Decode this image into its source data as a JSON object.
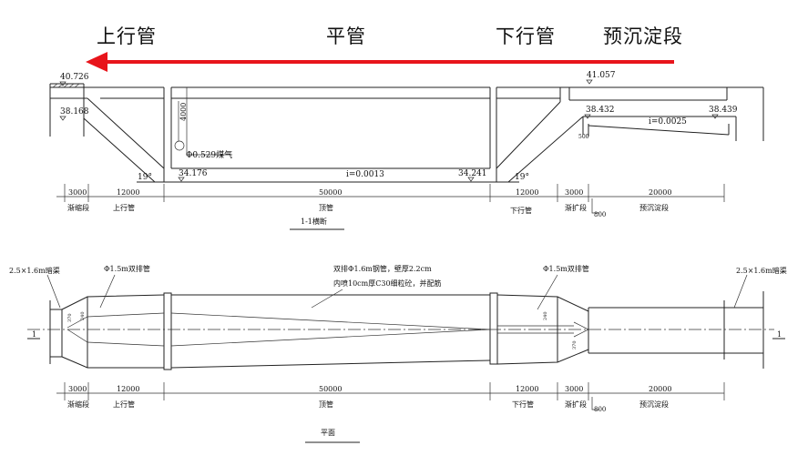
{
  "header": {
    "up_pipe": "上行管",
    "flat_pipe": "平管",
    "down_pipe": "下行管",
    "presettle": "预沉淀段",
    "arrow_color": "#e8141b"
  },
  "section": {
    "elev_left_top": "40.726",
    "elev_left_mid": "38.168",
    "elev_right_top": "41.057",
    "elev_right_a": "38.432",
    "elev_right_b": "38.439",
    "slope_right": "i=0.0025",
    "dim_500": "500",
    "depth_4000": "4000",
    "gas_pipe": "Φ0.529煤气",
    "elev_bottom_left": "34.176",
    "elev_bottom_right": "34.241",
    "slope_bottom": "i=0.0013",
    "angle_left": "19°",
    "angle_right": "19°",
    "caption": "1-1横断"
  },
  "dims": [
    "3000",
    "12000",
    "50000",
    "12000",
    "3000",
    "20000"
  ],
  "dim_800": "800",
  "seg_names": {
    "transition_left": "渐缩段",
    "up": "上行管",
    "top": "顶管",
    "down": "下行管",
    "transition_right": "渐扩段",
    "settle": "预沉淀段"
  },
  "plan": {
    "culvert_left": "2.5×1.6m暗渠",
    "culvert_right": "2.5×1.6m暗渠",
    "double_pipe_left": "Φ1.5m双排管",
    "double_pipe_right": "Φ1.5m双排管",
    "note_line1": "双排Φ1.6m钢管，壁厚2.2cm",
    "note_line2": "内喷10cm厚C30细粒砼，并配筋",
    "section_mark_left": "1",
    "section_mark_right": "1",
    "v370": "370",
    "v240": "240",
    "v240b": "240",
    "v370b": "370",
    "caption": "平面"
  }
}
